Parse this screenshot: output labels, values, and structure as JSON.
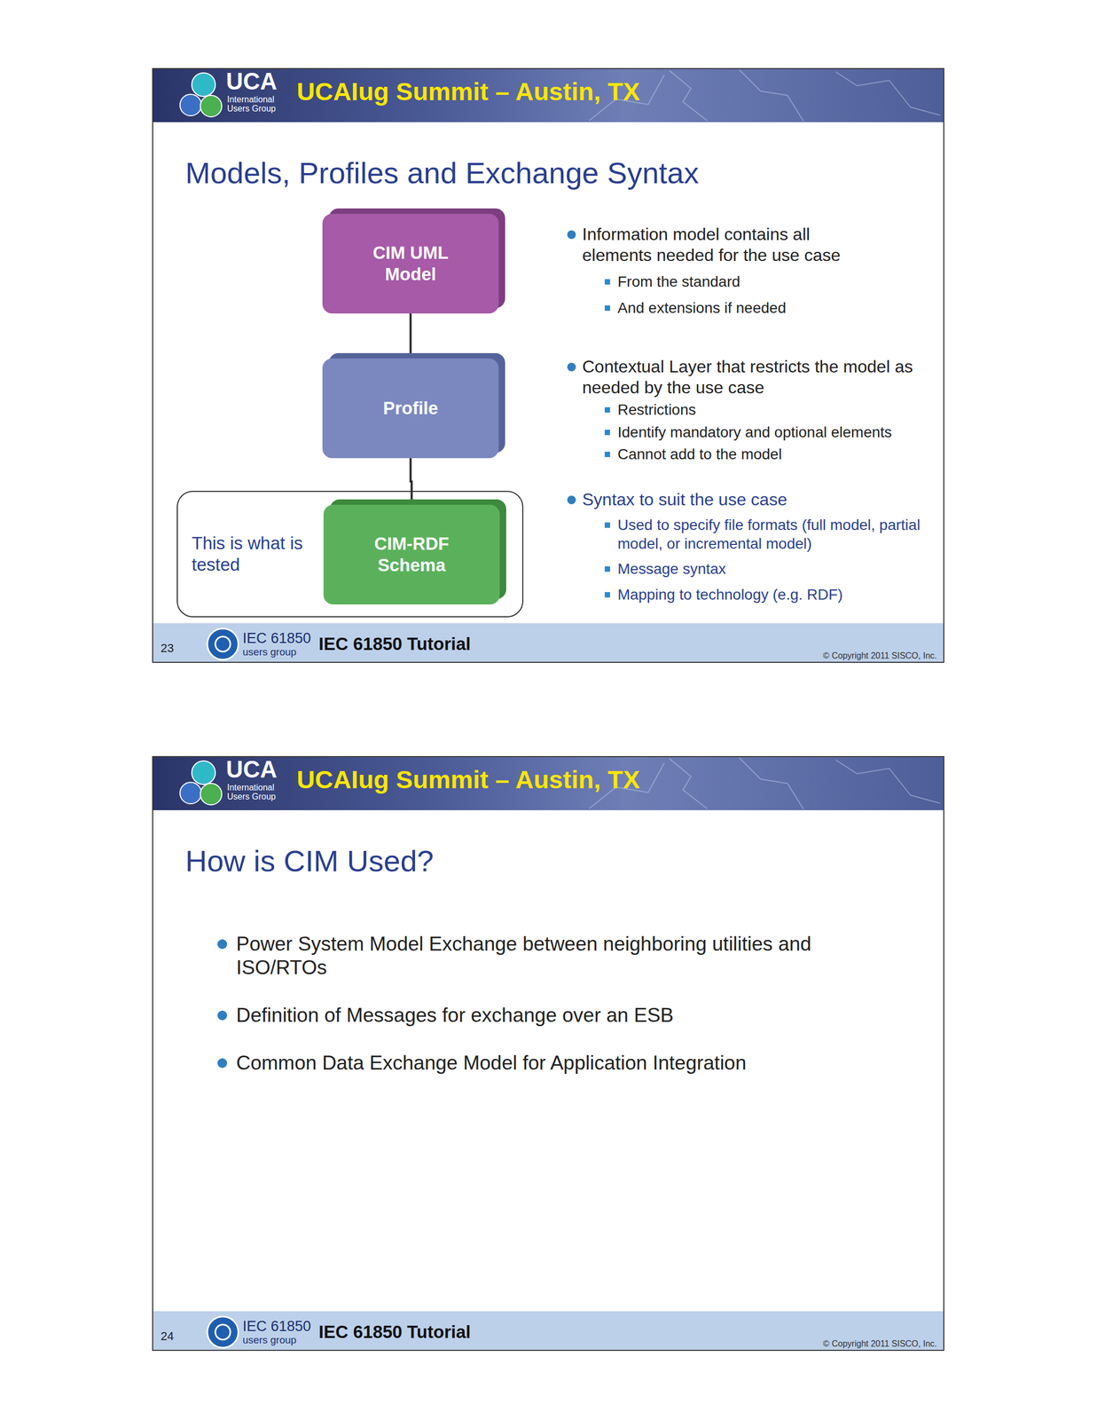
{
  "diagram": {
    "title": "Models, Profiles and Exchange Syntax",
    "nodes": [
      {
        "text": [
          "CIM UML Model"
        ]
      },
      {
        "text": [
          "Profile"
        ]
      },
      {
        "text": [
          "This is what is tested"
        ]
      },
      {
        "text": [
          "CIM-RDF Schema"
        ],
        "in": 2
      }
    ],
    "edges": [
      {
        "from": 0,
        "to": 1,
        "arrow": "none"
      },
      {
        "from": 1,
        "to": 3,
        "arrow": "none"
      }
    ],
    "labels": [
      "UCA",
      "International Users Group",
      "UCAIug Summit – Austin, TX",
      "Information model contains all elements needed for the use case",
      "From the standard",
      "And extensions if needed",
      "Contextual Layer that restricts the model as needed by the use case",
      "Restrictions",
      "Identify mandatory and optional elements",
      "Cannot add to the model",
      "Syntax to suit the use case",
      "Used to specify file formats (full model, partial model, or incremental model)",
      "Message syntax",
      "Mapping to technology (e.g. RDF)",
      "23",
      "IEC 61850",
      "users group",
      "IEC 61850 Tutorial",
      "© Copyright 2011 SISCO, Inc.",
      "UCA",
      "International Users Group",
      "UCAIug Summit – Austin, TX",
      "How is CIM Used?",
      "Power System Model Exchange between neighboring utilities and ISO/RTOs",
      "Definition of Messages for exchange over an ESB",
      "Common Data Exchange Model for Application Integration",
      "24",
      "IEC 61850",
      "users group",
      "IEC 61850 Tutorial",
      "© Copyright 2011 SISCO, Inc."
    ]
  }
}
